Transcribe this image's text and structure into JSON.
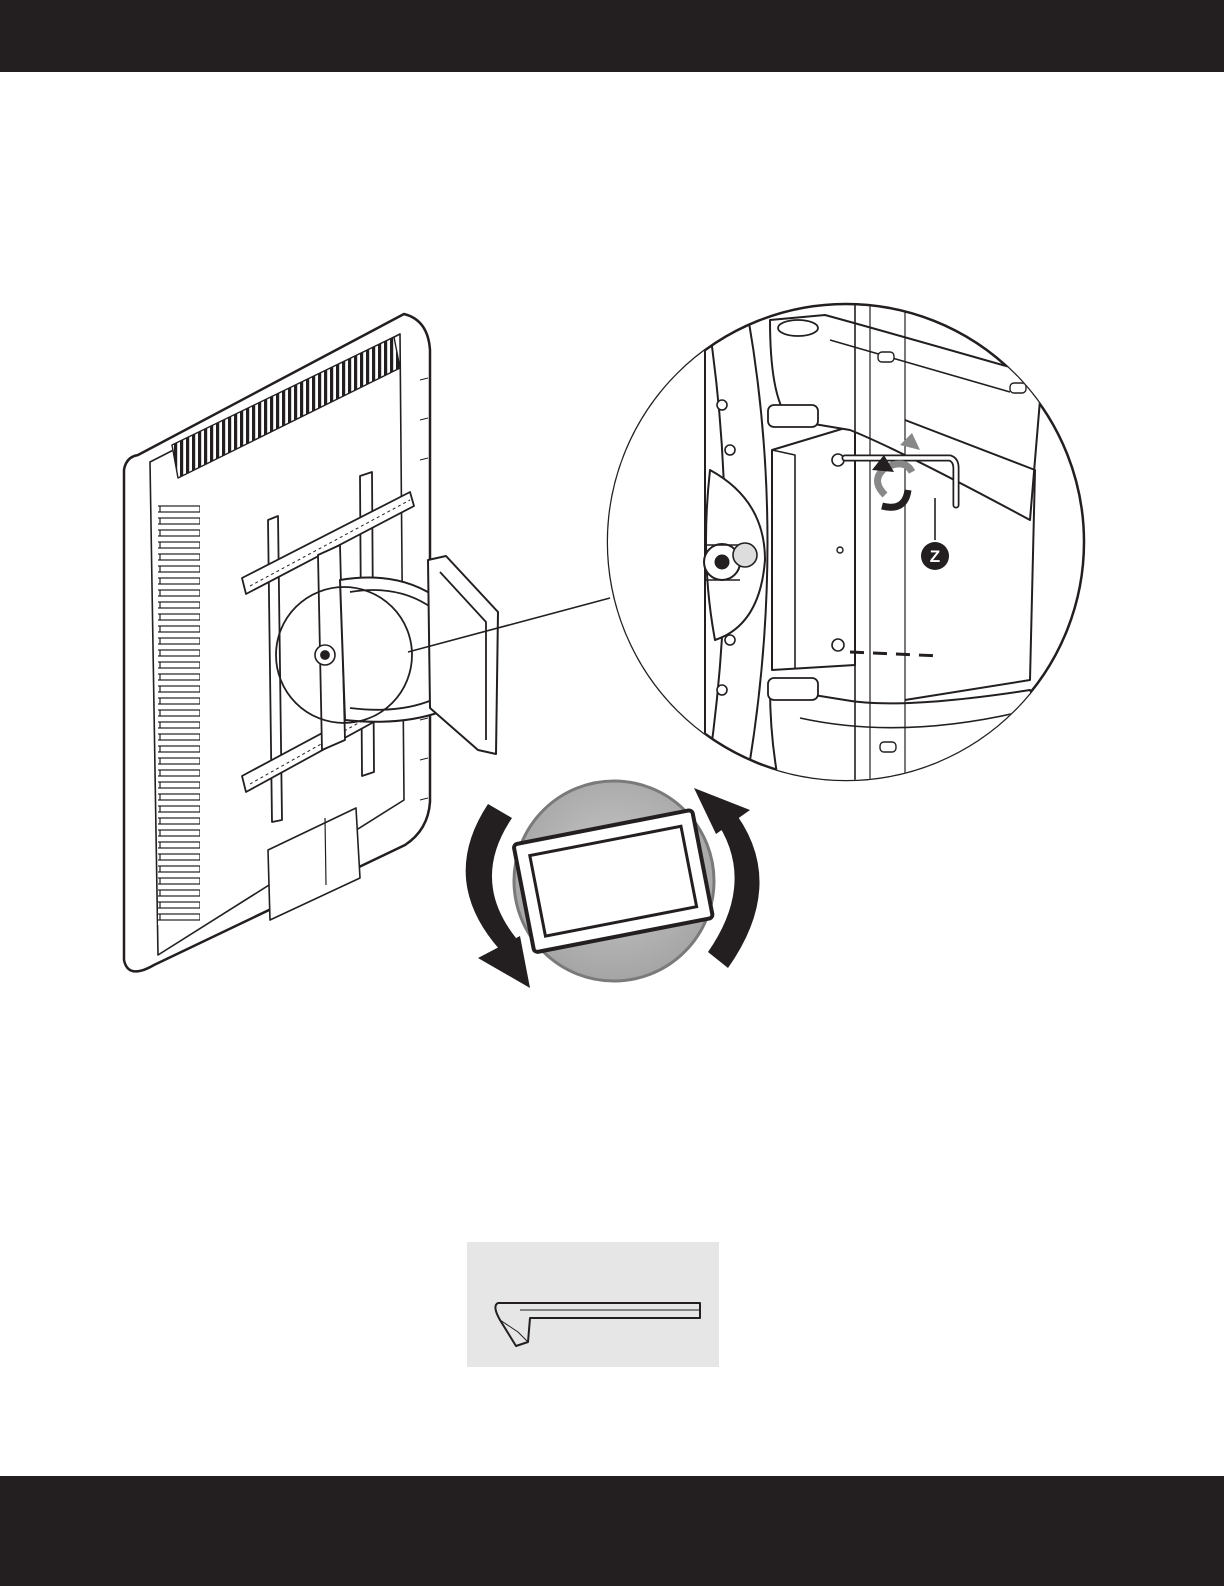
{
  "callout": {
    "letter": "Z"
  },
  "colors": {
    "bars": "#231f20",
    "ink": "#231f20",
    "paper": "#ffffff",
    "hardware_box": "#e6e6e6"
  },
  "icons": [
    "tv-back",
    "wall-mount-arm",
    "detail-magnifier",
    "hex-key",
    "rotate-arrows"
  ]
}
